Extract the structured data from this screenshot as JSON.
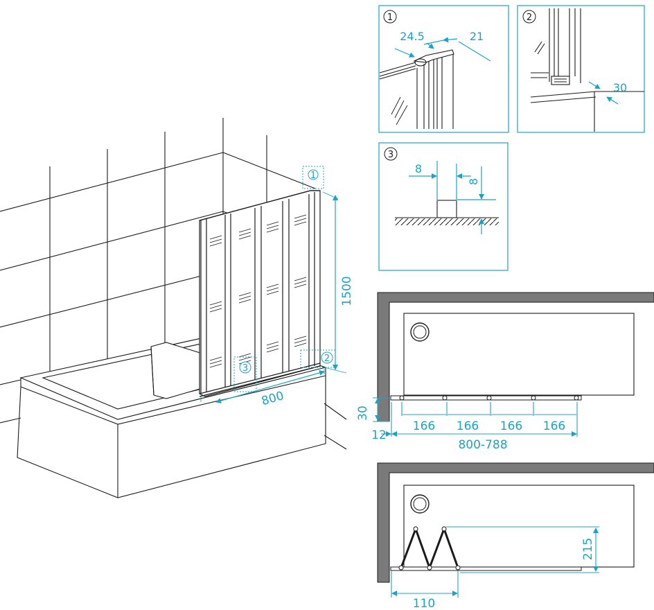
{
  "colors": {
    "accent": "#1ca3c4",
    "line": "#1a1a1a",
    "wall": "#7a7a7a"
  },
  "main_view": {
    "dim_height": "1500",
    "dim_width": "800",
    "callout_1": "1",
    "callout_2": "2",
    "callout_3": "3"
  },
  "detail_1": {
    "label": "1",
    "dim_a": "24.5",
    "dim_b": "21"
  },
  "detail_2": {
    "label": "2",
    "dim_a": "30"
  },
  "detail_3": {
    "label": "3",
    "dim_h": "8",
    "dim_v": "8"
  },
  "plan_closed": {
    "dim_depth": "30",
    "dim_offset": "12",
    "panel_widths": [
      "166",
      "166",
      "166",
      "166"
    ],
    "dim_total": "800-788"
  },
  "plan_folded": {
    "dim_depth": "215",
    "dim_width": "110"
  }
}
